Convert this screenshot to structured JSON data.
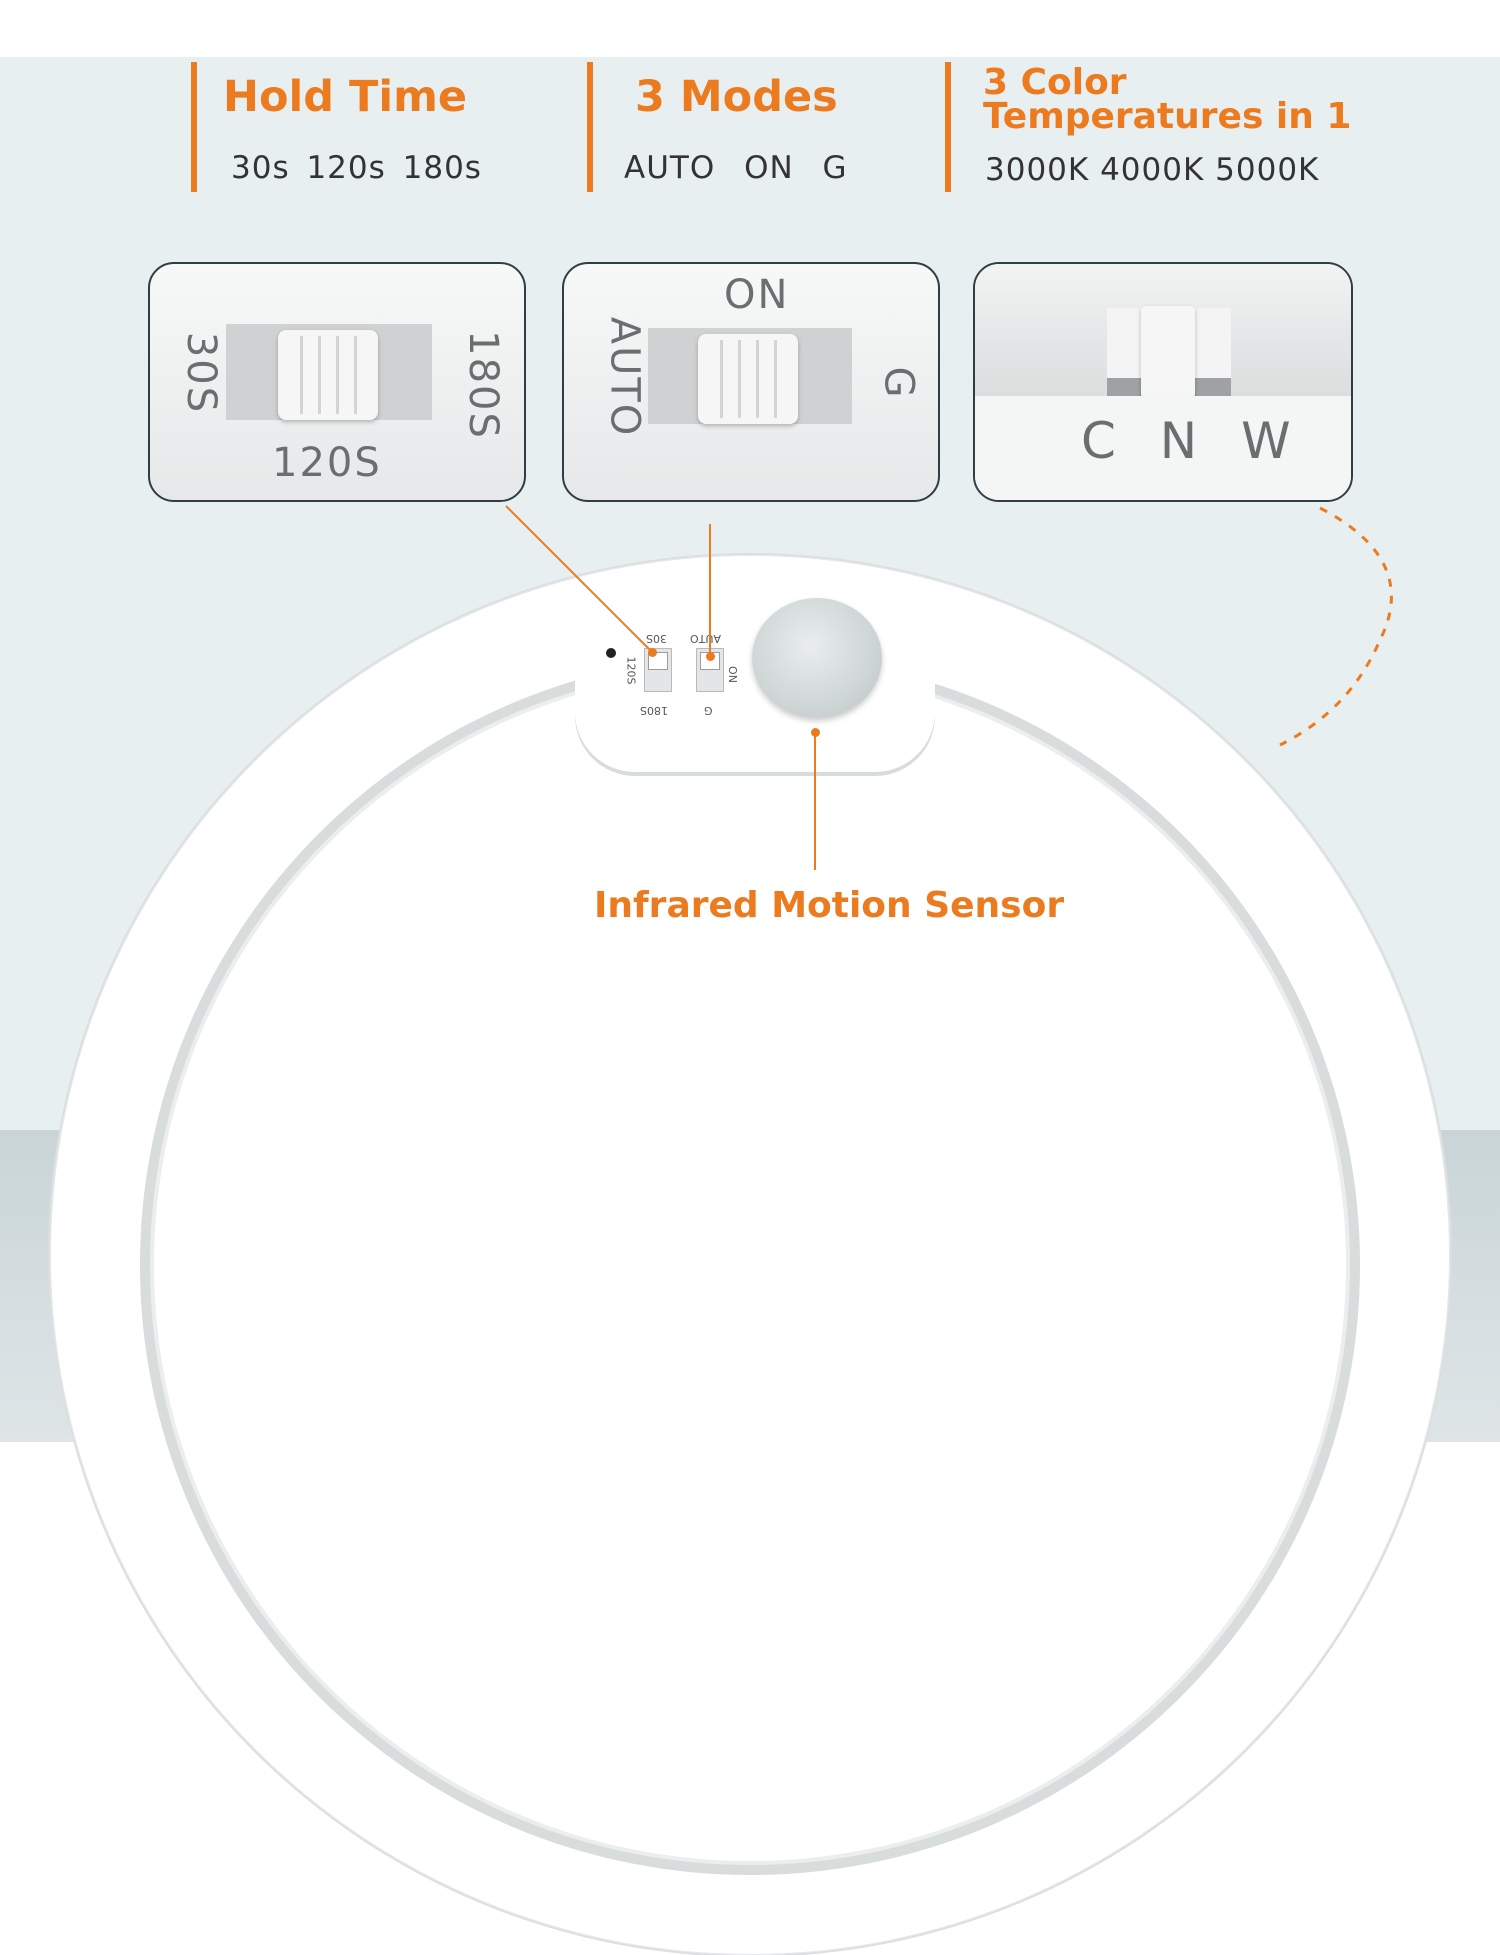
{
  "features": {
    "hold_time": {
      "title": "Hold Time",
      "values": "30s 120s 180s"
    },
    "modes": {
      "title": "3 Modes",
      "values": "AUTO ON G"
    },
    "color_temp": {
      "title": "3 Color Temperatures in 1",
      "values": "3000K 4000K 5000K"
    }
  },
  "zoom_panels": {
    "hold_time": {
      "left": "30S",
      "right": "180S",
      "bottom": "120S"
    },
    "modes": {
      "top": "ON",
      "left": "AUTO",
      "right": "G"
    },
    "color_temp": {
      "labels": "C N W"
    }
  },
  "device": {
    "hold_switch": {
      "top": "30S",
      "side": "120S",
      "bottom": "180S"
    },
    "mode_switch": {
      "top": "AUTO",
      "side": "ON",
      "bottom": "G"
    }
  },
  "sensor_label": "Infrared Motion Sensor",
  "colors": {
    "accent": "#ec7b1f",
    "background": "#e8eff0",
    "text": "#333333"
  }
}
